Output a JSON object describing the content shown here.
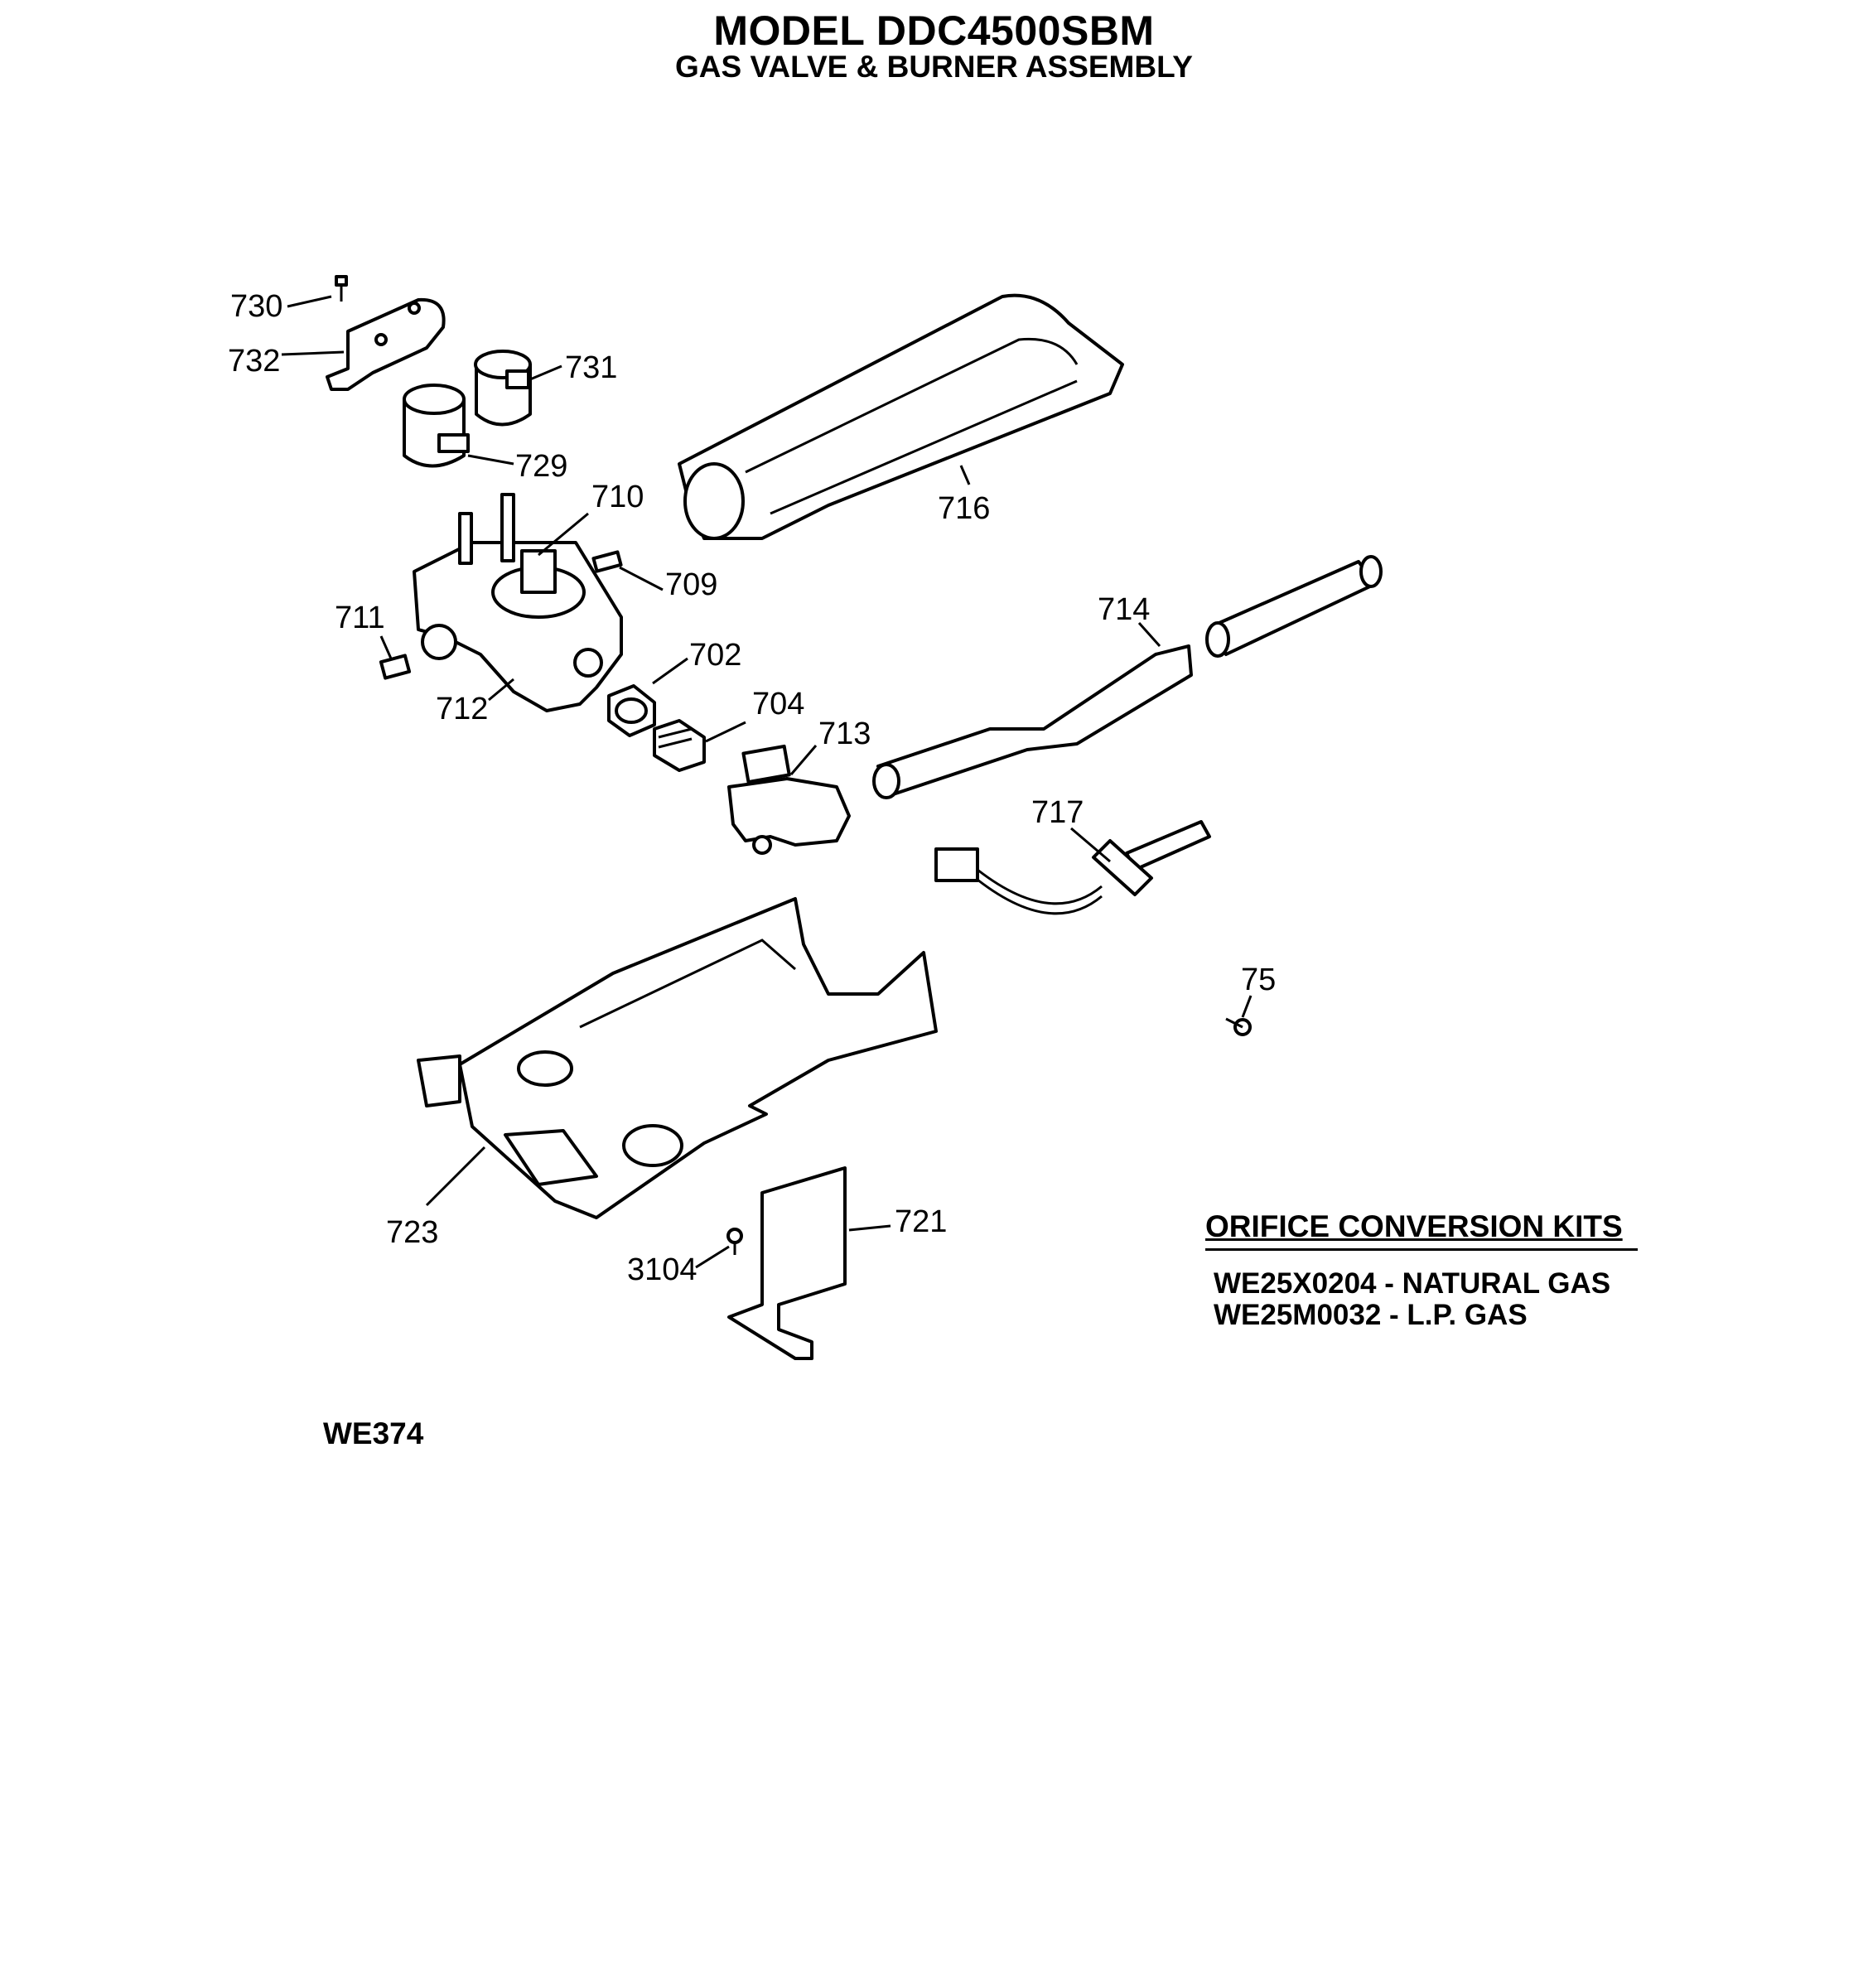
{
  "title": "MODEL DDC4500SBM",
  "subtitle": "GAS VALVE & BURNER ASSEMBLY",
  "callouts": {
    "c730": "730",
    "c732": "732",
    "c731": "731",
    "c729": "729",
    "c710": "710",
    "c716": "716",
    "c709": "709",
    "c711": "711",
    "c702": "702",
    "c714": "714",
    "c712": "712",
    "c704": "704",
    "c713": "713",
    "c717": "717",
    "c75": "75",
    "c723": "723",
    "c721": "721",
    "c3104": "3104"
  },
  "conversion_kits": {
    "heading": "ORIFICE CONVERSION KITS",
    "items": [
      "WE25X0204 - NATURAL GAS",
      "WE25M0032 - L.P. GAS"
    ]
  },
  "reference": "WE374"
}
